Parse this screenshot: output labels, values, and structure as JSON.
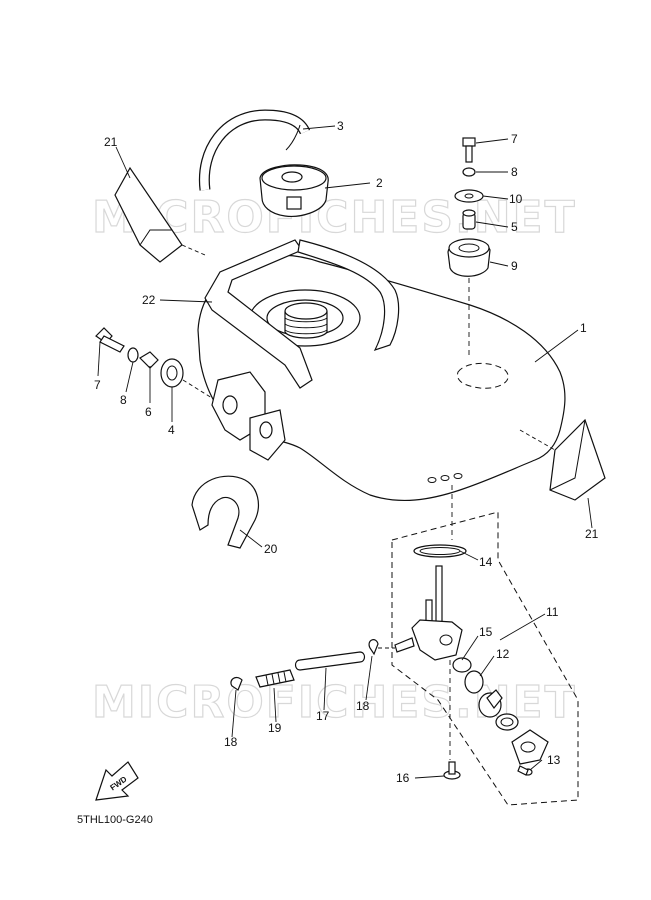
{
  "watermark_top": "MICROFICHES.NET",
  "watermark_bottom": "MICROFICHES.NET",
  "diagram_code": "5THL100-G240",
  "fwd_label": "FWD",
  "callouts": {
    "c1": "1",
    "c2": "2",
    "c3": "3",
    "c4": "4",
    "c5": "5",
    "c6": "6",
    "c7a": "7",
    "c7b": "7",
    "c8a": "8",
    "c8b": "8",
    "c9": "9",
    "c10": "10",
    "c11": "11",
    "c12": "12",
    "c13": "13",
    "c14": "14",
    "c15": "15",
    "c16": "16",
    "c17": "17",
    "c18a": "18",
    "c18b": "18",
    "c19": "19",
    "c20": "20",
    "c21a": "21",
    "c21b": "21",
    "c22": "22"
  }
}
